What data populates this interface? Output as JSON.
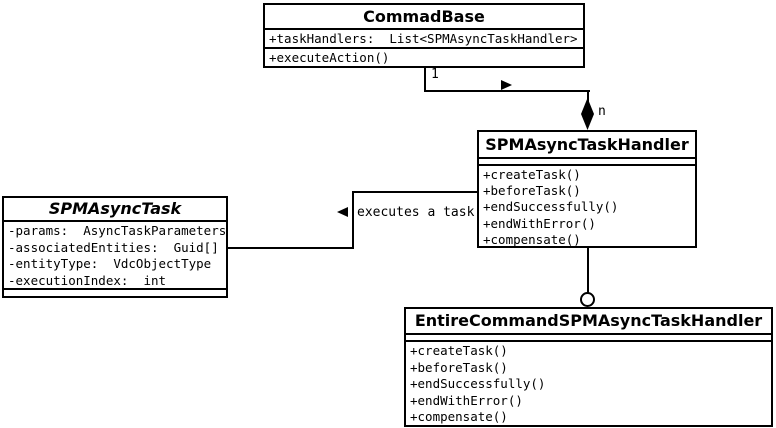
{
  "diagram": {
    "background_color": "#ffffff",
    "line_color": "#000000",
    "classes": {
      "commad_base": {
        "name": "CommadBase",
        "attributes": [
          "+taskHandlers:  List<SPMAsyncTaskHandler>"
        ],
        "methods": [
          "+executeAction()"
        ]
      },
      "spm_async_task_handler": {
        "name": "SPMAsyncTaskHandler",
        "attributes": [],
        "methods": [
          "+createTask()",
          "+beforeTask()",
          "+endSuccessfully()",
          "+endWithError()",
          "+compensate()"
        ]
      },
      "spm_async_task": {
        "name": "SPMAsyncTask",
        "abstract": true,
        "attributes": [
          "-params:  AsyncTaskParameters",
          "-associatedEntities:  Guid[]",
          "-entityType:  VdcObjectType",
          "-executionIndex:  int"
        ],
        "methods": []
      },
      "entire_command_spm_async_task_handler": {
        "name": "EntireCommandSPMAsyncTaskHandler",
        "attributes": [],
        "methods": [
          "+createTask()",
          "+beforeTask()",
          "+endSuccessfully()",
          "+endWithError()",
          "+compensate()"
        ]
      }
    },
    "relationships": {
      "composition": {
        "source_multiplicity": "1",
        "target_multiplicity": "n",
        "marker": "filled-diamond"
      },
      "association": {
        "label": "executes a task",
        "marker": "reading-direction-arrow"
      },
      "realization": {
        "marker": "circle"
      }
    }
  }
}
